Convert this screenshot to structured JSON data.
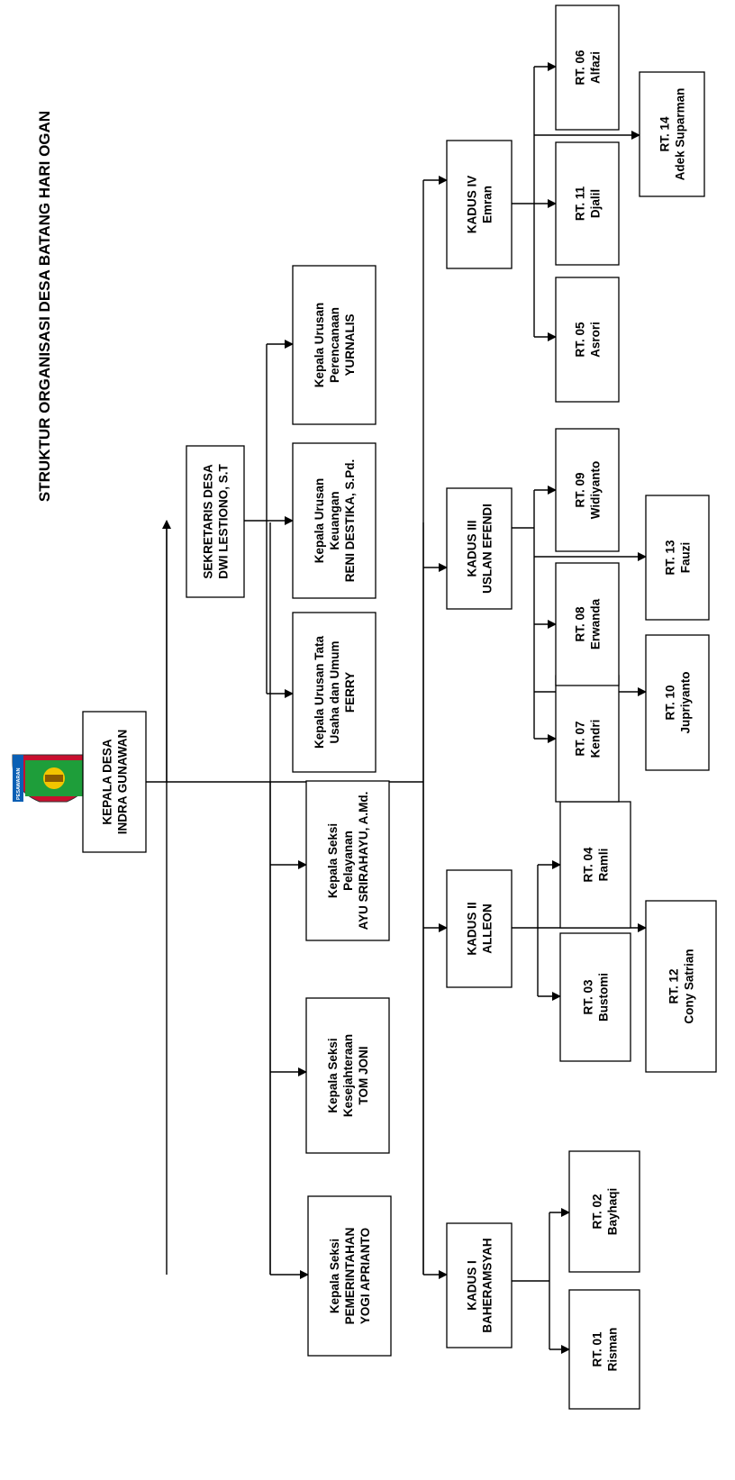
{
  "title": "STRUKTUR ORGANISASI DESA BATANG HARI OGAN",
  "logo": {
    "icon": "shield-emblem",
    "text": "PESAWARAN"
  },
  "nodes": {
    "kepala_desa": [
      "KEPALA DESA",
      "INDRA GUNAWAN"
    ],
    "sekretaris": [
      "SEKRETARIS DESA",
      "DWI LESTIONO, S.T"
    ],
    "kaur_tu": [
      "Kepala Urusan Tata",
      "Usaha dan Umum",
      "FERRY"
    ],
    "kaur_keu": [
      "Kepala Urusan",
      "Keuangan",
      "RENI DESTIKA, S.Pd."
    ],
    "kaur_ren": [
      "Kepala Urusan",
      "Perencanaan",
      "YURNALIS"
    ],
    "kasi_pem": [
      "Kepala Seksi",
      "PEMERINTAHAN",
      "YOGI APRIANTO"
    ],
    "kasi_kes": [
      "Kepala Seksi",
      "Kesejahteraan",
      "TOM JONI"
    ],
    "kasi_pel": [
      "Kepala Seksi",
      "Pelayanan",
      "AYU SRIRAHAYU, A.Md."
    ],
    "kadus1": [
      "KADUS I",
      "BAHERAMSYAH"
    ],
    "kadus2": [
      "KADUS II",
      "ALLEON"
    ],
    "kadus3": [
      "KADUS III",
      "USLAN EFENDI"
    ],
    "kadus4": [
      "KADUS IV",
      "Emran"
    ],
    "rt01": [
      "RT. 01",
      "Risman"
    ],
    "rt02": [
      "RT. 02",
      "Bayhaqi"
    ],
    "rt03": [
      "RT. 03",
      "Bustomi"
    ],
    "rt04": [
      "RT. 04",
      "Ramli"
    ],
    "rt12": [
      "RT. 12",
      "Cony Satrian"
    ],
    "rt07": [
      "RT. 07",
      "Kendri"
    ],
    "rt08": [
      "RT. 08",
      "Erwanda"
    ],
    "rt09": [
      "RT. 09",
      "Widiyanto"
    ],
    "rt10": [
      "RT. 10",
      "Jupriyanto"
    ],
    "rt13": [
      "RT. 13",
      "Fauzi"
    ],
    "rt05": [
      "RT. 05",
      "Asrori"
    ],
    "rt11": [
      "RT. 11",
      "Djalil"
    ],
    "rt06": [
      "RT. 06",
      "Alfazi"
    ],
    "rt14": [
      "RT. 14",
      "Adek Suparman"
    ]
  }
}
